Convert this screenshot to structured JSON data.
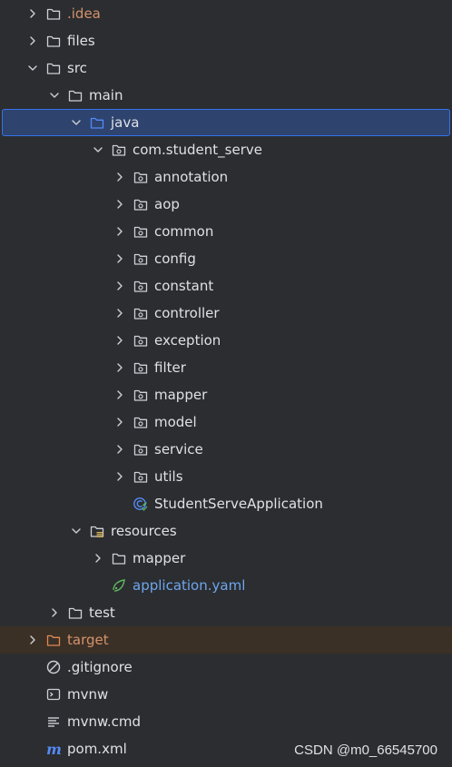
{
  "tree": [
    {
      "label": ".idea",
      "level": 1,
      "chevron": "right",
      "icon": "folder",
      "tone": "orange"
    },
    {
      "label": "files",
      "level": 1,
      "chevron": "right",
      "icon": "folder",
      "tone": "normal"
    },
    {
      "label": "src",
      "level": 1,
      "chevron": "down",
      "icon": "folder",
      "tone": "normal"
    },
    {
      "label": "main",
      "level": 2,
      "chevron": "down",
      "icon": "folder",
      "tone": "normal"
    },
    {
      "label": "java",
      "level": 3,
      "chevron": "down",
      "icon": "source-folder",
      "tone": "normal",
      "selected": true
    },
    {
      "label": "com.student_serve",
      "level": 4,
      "chevron": "down",
      "icon": "package",
      "tone": "normal"
    },
    {
      "label": "annotation",
      "level": 5,
      "chevron": "right",
      "icon": "package",
      "tone": "normal"
    },
    {
      "label": "aop",
      "level": 5,
      "chevron": "right",
      "icon": "package",
      "tone": "normal"
    },
    {
      "label": "common",
      "level": 5,
      "chevron": "right",
      "icon": "package",
      "tone": "normal"
    },
    {
      "label": "config",
      "level": 5,
      "chevron": "right",
      "icon": "package",
      "tone": "normal"
    },
    {
      "label": "constant",
      "level": 5,
      "chevron": "right",
      "icon": "package",
      "tone": "normal"
    },
    {
      "label": "controller",
      "level": 5,
      "chevron": "right",
      "icon": "package",
      "tone": "normal"
    },
    {
      "label": "exception",
      "level": 5,
      "chevron": "right",
      "icon": "package",
      "tone": "normal"
    },
    {
      "label": "filter",
      "level": 5,
      "chevron": "right",
      "icon": "package",
      "tone": "normal"
    },
    {
      "label": "mapper",
      "level": 5,
      "chevron": "right",
      "icon": "package",
      "tone": "normal"
    },
    {
      "label": "model",
      "level": 5,
      "chevron": "right",
      "icon": "package",
      "tone": "normal"
    },
    {
      "label": "service",
      "level": 5,
      "chevron": "right",
      "icon": "package",
      "tone": "normal"
    },
    {
      "label": "utils",
      "level": 5,
      "chevron": "right",
      "icon": "package",
      "tone": "normal"
    },
    {
      "label": "StudentServeApplication",
      "level": 5,
      "chevron": "none",
      "icon": "spring-class",
      "tone": "normal"
    },
    {
      "label": "resources",
      "level": 3,
      "chevron": "down",
      "icon": "resources-folder",
      "tone": "normal"
    },
    {
      "label": "mapper",
      "level": 4,
      "chevron": "right",
      "icon": "folder",
      "tone": "normal"
    },
    {
      "label": "application.yaml",
      "level": 4,
      "chevron": "none",
      "icon": "spring-yaml",
      "tone": "blue"
    },
    {
      "label": "test",
      "level": 2,
      "chevron": "right",
      "icon": "folder",
      "tone": "normal"
    },
    {
      "label": "target",
      "level": 1,
      "chevron": "right",
      "icon": "excluded-folder",
      "tone": "orange",
      "excluded": true
    },
    {
      "label": ".gitignore",
      "level": 1,
      "chevron": "none",
      "icon": "ignore-file",
      "tone": "normal"
    },
    {
      "label": "mvnw",
      "level": 1,
      "chevron": "none",
      "icon": "terminal-file",
      "tone": "normal"
    },
    {
      "label": "mvnw.cmd",
      "level": 1,
      "chevron": "none",
      "icon": "text-file",
      "tone": "normal"
    },
    {
      "label": "pom.xml",
      "level": 1,
      "chevron": "none",
      "icon": "maven-file",
      "tone": "normal"
    }
  ],
  "watermark": "CSDN @m0_66545700",
  "colors": {
    "background": "#2b2d30",
    "text": "#dfe1e5",
    "selection": "#2e436e",
    "selection_border": "#3574f0",
    "orange_text": "#d5926b",
    "blue_text": "#6ea6ee",
    "excluded_bg": "#3b3026"
  }
}
